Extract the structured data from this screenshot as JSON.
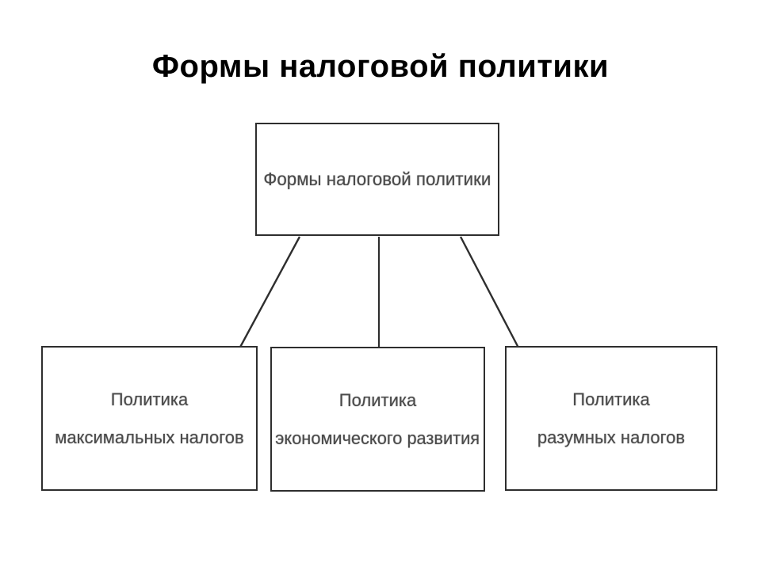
{
  "slide": {
    "background_color": "#ffffff",
    "title": "Формы налоговой политики",
    "title_color": "#000000"
  },
  "diagram": {
    "type": "hierarchy-tree",
    "line_color": "#2e2e2e",
    "box_border_color": "#2e2e2e",
    "box_fill_color": "#ffffff",
    "text_color": "#4a4a4a",
    "root": {
      "id": "root",
      "label": "Формы налоговой политики"
    },
    "children": [
      {
        "id": "max-taxes",
        "line_1": "Политика",
        "line_2": "максимальных налогов",
        "connector": "diagonal-left"
      },
      {
        "id": "economic-development",
        "line_1": "Политика",
        "line_2": "экономического развития",
        "connector": "vertical-center"
      },
      {
        "id": "reasonable-taxes",
        "line_1": "Политика",
        "line_2": "разумных налогов",
        "connector": "diagonal-right"
      }
    ]
  }
}
